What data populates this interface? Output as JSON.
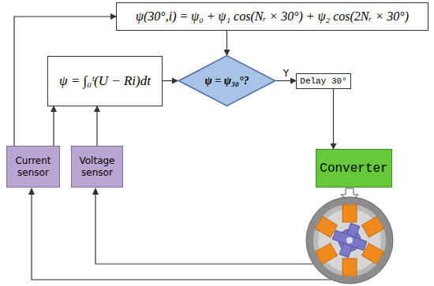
{
  "diagram": {
    "nodes": [
      {
        "text": [
          "ψ(30°,i) = ψ₀ + ψ₁ cos(Nᵣ × 30°) + ψ₂ cos(2Nᵣ × 30°)"
        ]
      },
      {
        "text": [
          "ψ = ∫₀ᵗ(U − Ri)dt"
        ]
      },
      {
        "text": [
          "ψ = ψ₃₀°?"
        ]
      },
      {
        "text": [
          "Delay 30°"
        ]
      },
      {
        "text": [
          "Converter"
        ]
      },
      {
        "text": [
          "Current sensor"
        ]
      },
      {
        "text": [
          "Voltage sensor"
        ]
      }
    ],
    "edges": [
      {
        "from": 5,
        "to": 0,
        "arrow": "to"
      },
      {
        "from": 5,
        "to": 1,
        "arrow": "to"
      },
      {
        "from": 6,
        "to": 1,
        "arrow": "to"
      },
      {
        "from": 1,
        "to": 2,
        "arrow": "to"
      },
      {
        "from": 0,
        "to": 2,
        "arrow": "to"
      },
      {
        "from": 2,
        "to": 3,
        "label": "Y",
        "arrow": "to"
      },
      {
        "from": 3,
        "to": 4,
        "arrow": "to"
      }
    ]
  }
}
